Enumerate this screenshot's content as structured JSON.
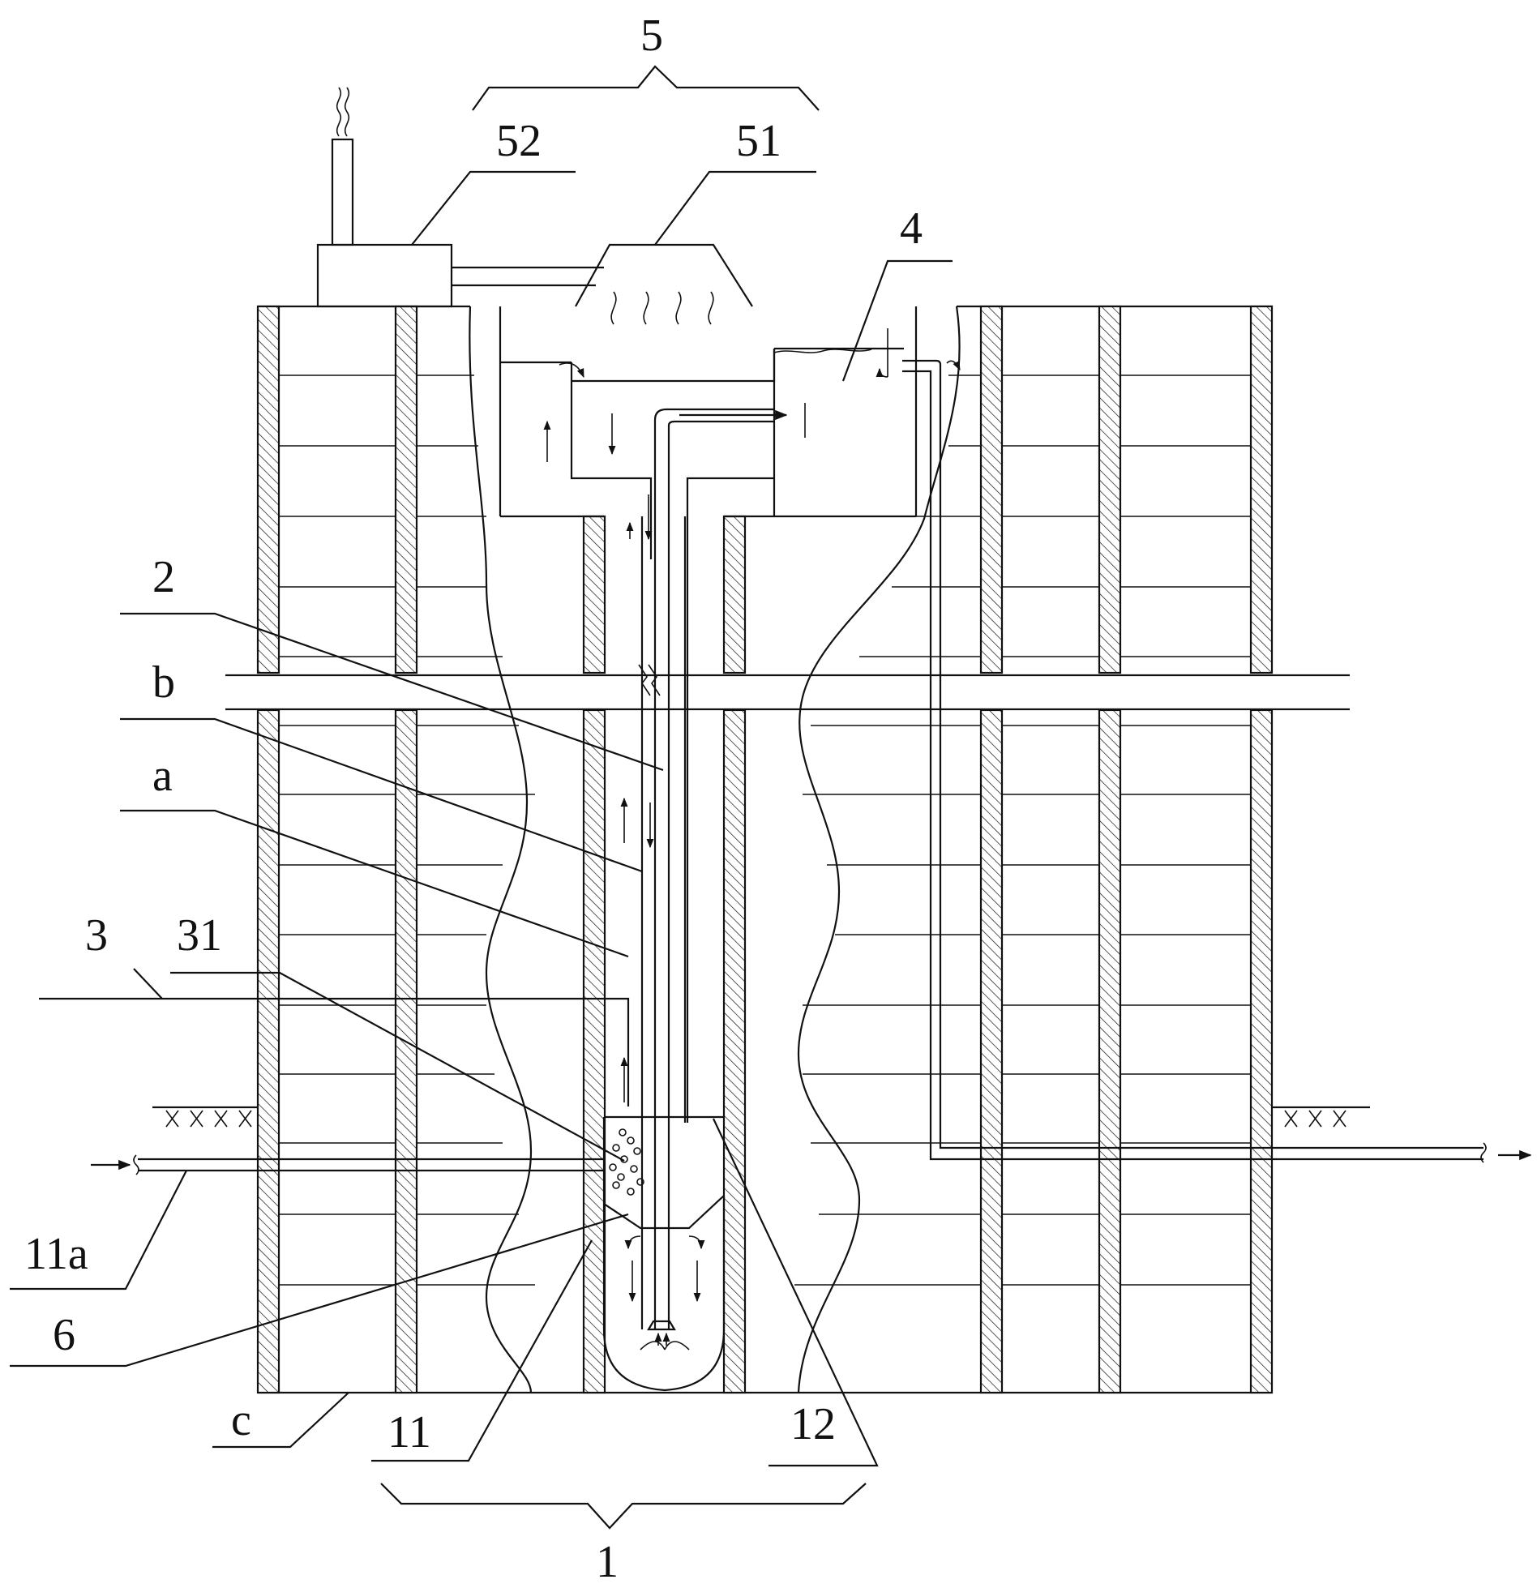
{
  "figure": {
    "labels": {
      "l5": "5",
      "l52": "52",
      "l51": "51",
      "l4": "4",
      "l2": "2",
      "lb": "b",
      "la": "a",
      "l3": "3",
      "l31": "31",
      "l11a": "11a",
      "l6": "6",
      "lc": "c",
      "l11": "11",
      "l12": "12",
      "l1": "1"
    }
  }
}
